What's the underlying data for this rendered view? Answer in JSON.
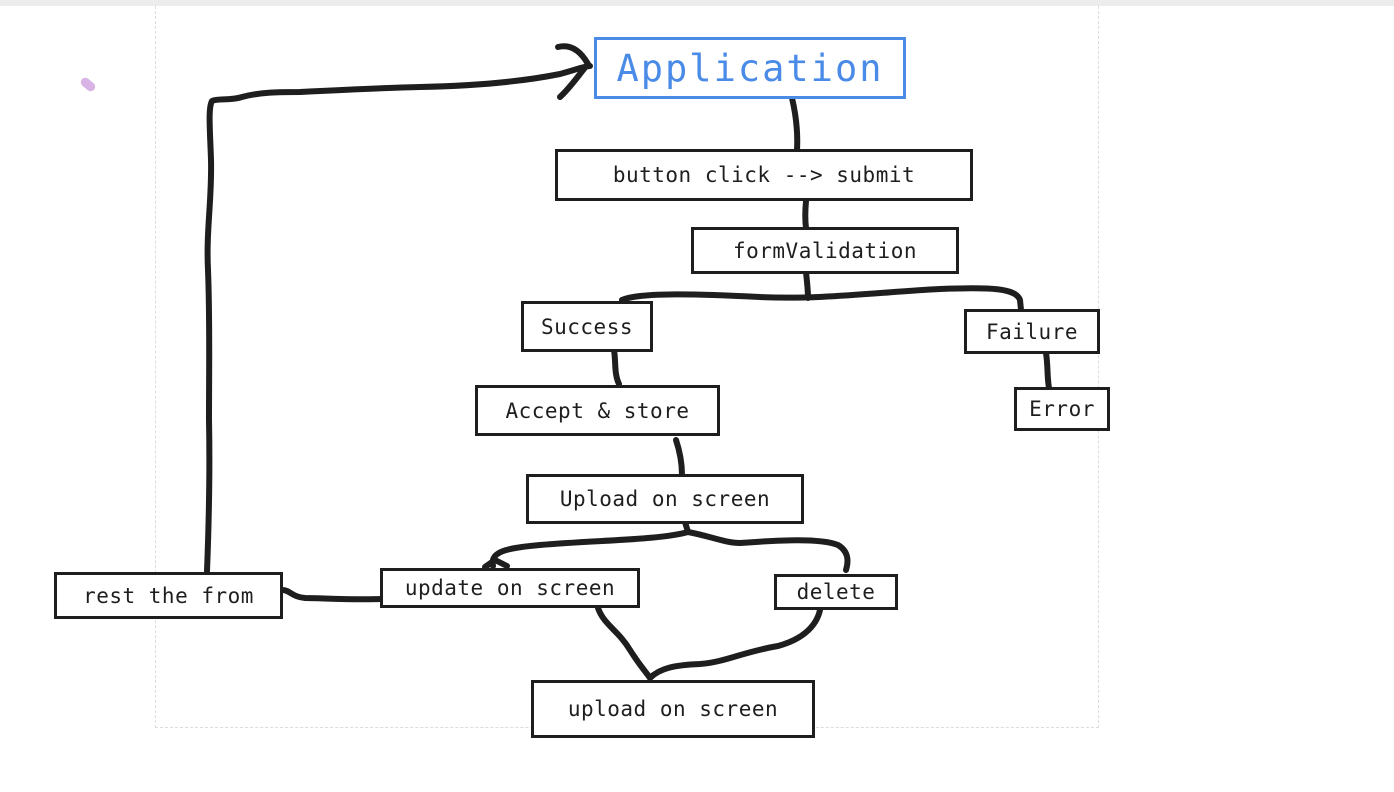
{
  "diagram": {
    "nodes": {
      "application": "Application",
      "button_click": "button click --> submit",
      "form_validation": "formValidation",
      "success": "Success",
      "failure": "Failure",
      "accept_store": "Accept & store",
      "error": "Error",
      "upload_on_screen_1": "Upload on screen",
      "update_on_screen": "update on screen",
      "delete": "delete",
      "rest_the_from": "rest the from",
      "upload_on_screen_2": "upload on screen"
    }
  },
  "colors": {
    "stroke": "#1e1e1e",
    "accent_blue": "#4a8be8",
    "pen_dot": "#d7b3e6",
    "frame_dash": "#dcdcdc"
  }
}
